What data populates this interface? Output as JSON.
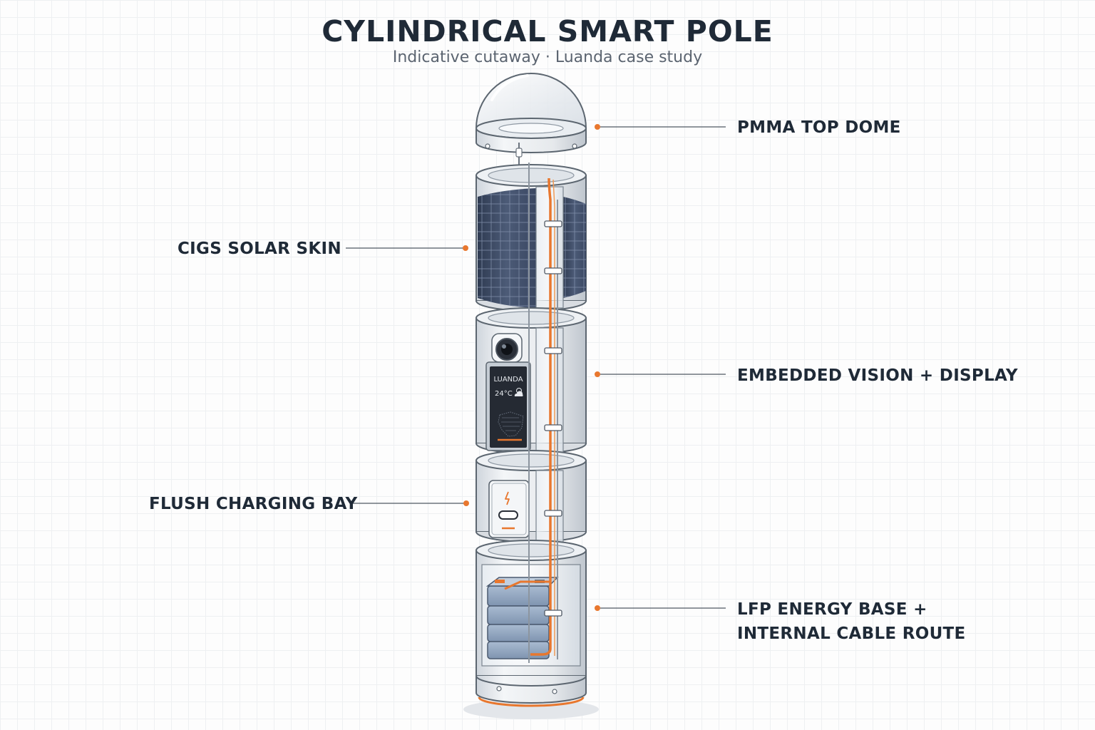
{
  "title": "CYLINDRICAL SMART POLE",
  "subtitle": "Indicative cutaway · Luanda case study",
  "callouts": {
    "dome": "PMMA TOP DOME",
    "solar": "CIGS SOLAR SKIN",
    "vision": "EMBEDDED VISION + DISPLAY",
    "charging": "FLUSH CHARGING BAY",
    "energy_line1": "LFP ENERGY BASE +",
    "energy_line2": "INTERNAL CABLE ROUTE"
  },
  "display": {
    "city": "LUANDA",
    "temperature": "24°C",
    "weather_icon": "partly-cloudy-icon"
  },
  "charging_icon": "lightning-icon",
  "colors": {
    "accent": "#e8772e",
    "ink": "#1f2a37",
    "solar": "#44536e",
    "battery": "#8fa3bd"
  }
}
